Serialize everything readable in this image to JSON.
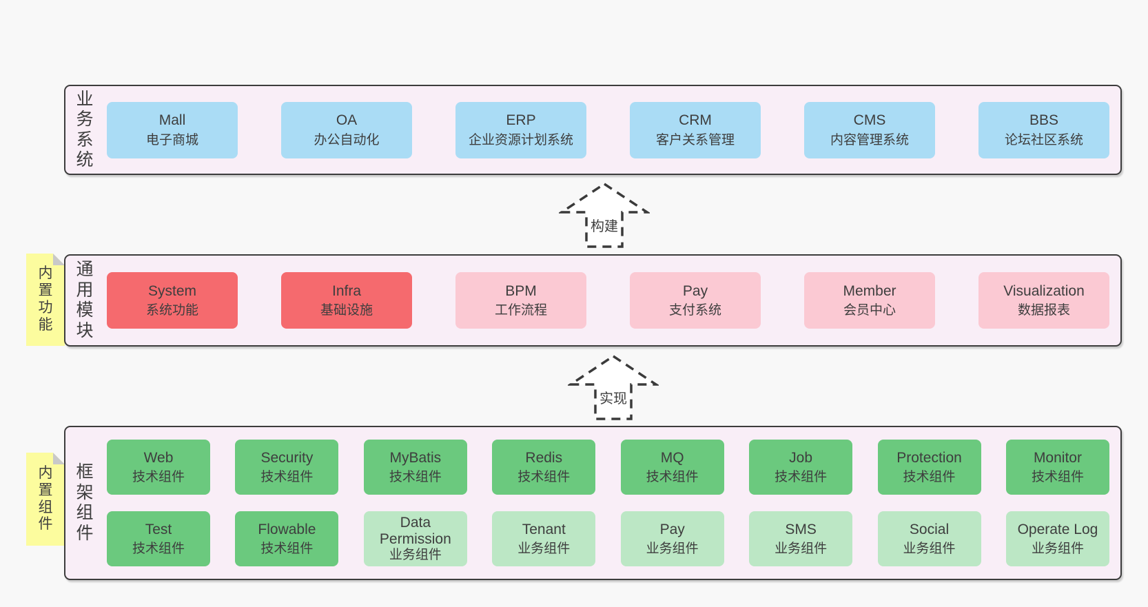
{
  "colors": {
    "page_bg": "#f8f8f8",
    "layer_bg": "#f9eef7",
    "layer_border": "#3c3c3c",
    "blue_box": "#aadcf5",
    "red_box": "#f56a6e",
    "pink_box": "#fbc9d3",
    "green_box": "#6bc97e",
    "light_green_box": "#bce7c5",
    "sticky_yellow": "#fcfc9e",
    "sticky_fold": "#c9c9c9",
    "text": "#3e3e3e"
  },
  "arrows": {
    "build": {
      "label": "构建"
    },
    "implement": {
      "label": "实现"
    }
  },
  "layers": [
    {
      "side_label": "业务系统",
      "boxes": [
        {
          "title": "Mall",
          "subtitle": "电子商城"
        },
        {
          "title": "OA",
          "subtitle": "办公自动化"
        },
        {
          "title": "ERP",
          "subtitle": "企业资源计划系统"
        },
        {
          "title": "CRM",
          "subtitle": "客户关系管理"
        },
        {
          "title": "CMS",
          "subtitle": "内容管理系统"
        },
        {
          "title": "BBS",
          "subtitle": "论坛社区系统"
        }
      ]
    },
    {
      "side_label": "通用模块",
      "sticky_label": "内置功能",
      "boxes": [
        {
          "title": "System",
          "subtitle": "系统功能"
        },
        {
          "title": "Infra",
          "subtitle": "基础设施"
        },
        {
          "title": "BPM",
          "subtitle": "工作流程"
        },
        {
          "title": "Pay",
          "subtitle": "支付系统"
        },
        {
          "title": "Member",
          "subtitle": "会员中心"
        },
        {
          "title": "Visualization",
          "subtitle": "数据报表"
        }
      ]
    },
    {
      "side_label": "框架组件",
      "sticky_label": "内置组件",
      "boxes": [
        {
          "title": "Web",
          "subtitle": "技术组件"
        },
        {
          "title": "Security",
          "subtitle": "技术组件"
        },
        {
          "title": "MyBatis",
          "subtitle": "技术组件"
        },
        {
          "title": "Redis",
          "subtitle": "技术组件"
        },
        {
          "title": "MQ",
          "subtitle": "技术组件"
        },
        {
          "title": "Job",
          "subtitle": "技术组件"
        },
        {
          "title": "Protection",
          "subtitle": "技术组件"
        },
        {
          "title": "Monitor",
          "subtitle": "技术组件"
        },
        {
          "title": "Test",
          "subtitle": "技术组件"
        },
        {
          "title": "Flowable",
          "subtitle": "技术组件"
        },
        {
          "title": "Data Permission",
          "subtitle": "业务组件"
        },
        {
          "title": "Tenant",
          "subtitle": "业务组件"
        },
        {
          "title": "Pay",
          "subtitle": "业务组件"
        },
        {
          "title": "SMS",
          "subtitle": "业务组件"
        },
        {
          "title": "Social",
          "subtitle": "业务组件"
        },
        {
          "title": "Operate Log",
          "subtitle": "业务组件"
        }
      ]
    }
  ]
}
